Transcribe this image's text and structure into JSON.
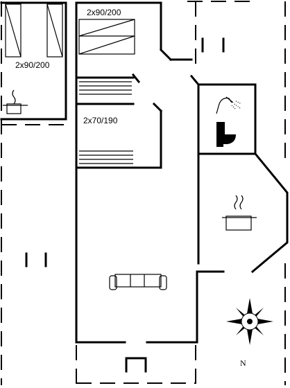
{
  "rooms": {
    "bed_top_right_label": "2x90/200",
    "bed_top_left_label": "2x90/200",
    "bed_middle_label": "2x70/190"
  },
  "compass": {
    "north_label": "N"
  },
  "icons": {
    "stove": "stove-icon",
    "shower": "shower-icon",
    "toilet": "toilet-icon",
    "cooking_pot": "cooking-pot-icon",
    "sofa": "sofa-icon",
    "compass_rose": "compass-rose-icon"
  }
}
